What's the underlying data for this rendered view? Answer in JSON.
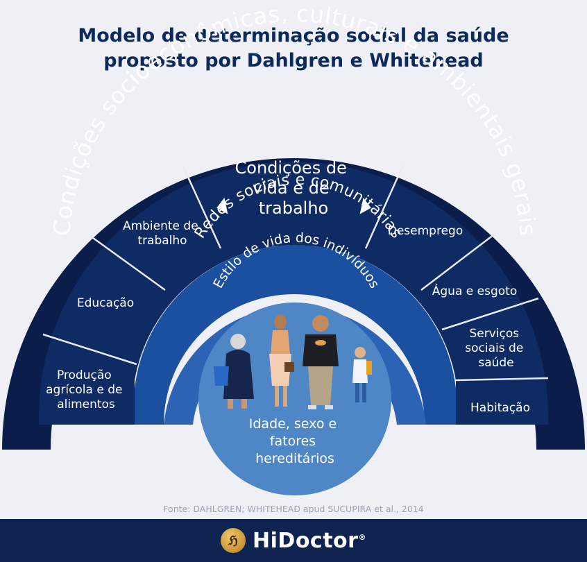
{
  "title_line1": "Modelo de determinação social da saúde",
  "title_line2": "proposto por Dahlgren e Whitehead",
  "outer_ring": "Condições socioeconômicas, culturais e ambientais gerais",
  "living_conditions": {
    "center_line1": "Condições de",
    "center_line2": "vida e de",
    "center_line3": "trabalho",
    "sectors": {
      "producao": [
        "Produção",
        "agrícola e de",
        "alimentos"
      ],
      "educacao": [
        "Educação"
      ],
      "ambiente": [
        "Ambiente de",
        "trabalho"
      ],
      "desemprego": [
        "Desemprego"
      ],
      "agua": [
        "Água e esgoto"
      ],
      "servicos": [
        "Serviços",
        "sociais de",
        "saúde"
      ],
      "habitacao": [
        "Habitação"
      ]
    }
  },
  "social_ring": "Redes sociais e comunitárias",
  "lifestyle_ring": "Estilo de vida dos indivíduos",
  "core": [
    "Idade, sexo e",
    "fatores",
    "hereditários"
  ],
  "source": "Fonte: DAHLGREN; WHITEHEAD apud SUCUPIRA et al., 2014",
  "footer": {
    "brand": "HiDoctor",
    "reg": "®"
  },
  "colors": {
    "outer": "#0b1d4a",
    "sectors": "#0f2b64",
    "social": "#1b4fa0",
    "lifestyle": "#2d63b4",
    "core": "#4f86c6"
  }
}
